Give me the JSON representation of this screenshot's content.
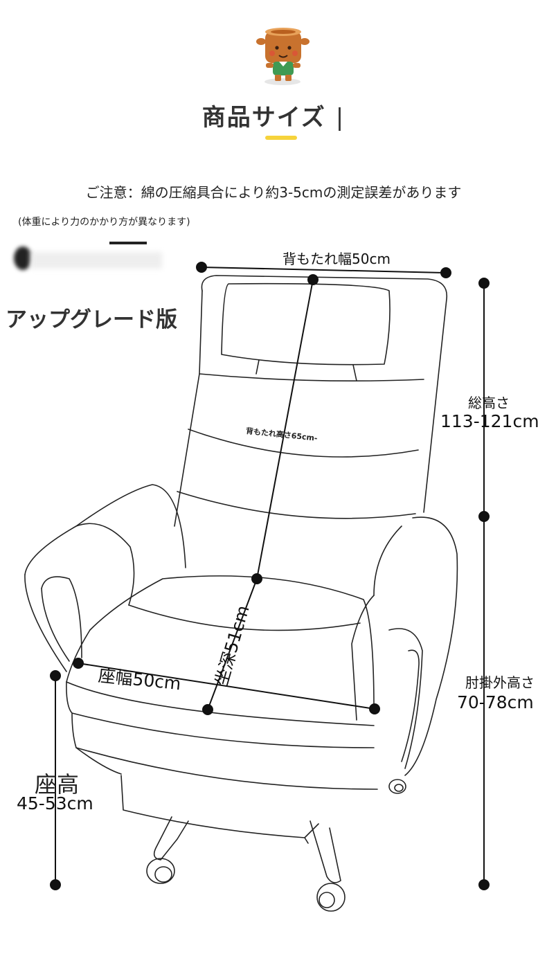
{
  "title": "商品サイズ",
  "title_cursor": "|",
  "note": "ご注意：綿の圧縮具合により約3-5cmの測定誤差があります",
  "subnote": "(体重により力のかかり方が異なります)",
  "upgrade": "アップグレード版",
  "dimensions": {
    "backrest_width": "背もたれ幅50cm",
    "backrest_height": "背もたれ高さ65cm-",
    "total_height_label": "総高さ",
    "total_height_value": "113-121cm",
    "seat_depth": "坐深51cm",
    "seat_width": "座幅50cm",
    "armrest_height_label": "肘掛外高さ",
    "armrest_height_value": "70-78cm",
    "seat_height_label": "座高",
    "seat_height_value": "45-53cm"
  },
  "colors": {
    "accent": "#f6d33b",
    "line": "#111111",
    "mascot_face": "#c8722e",
    "mascot_shirt": "#3f9a54"
  }
}
